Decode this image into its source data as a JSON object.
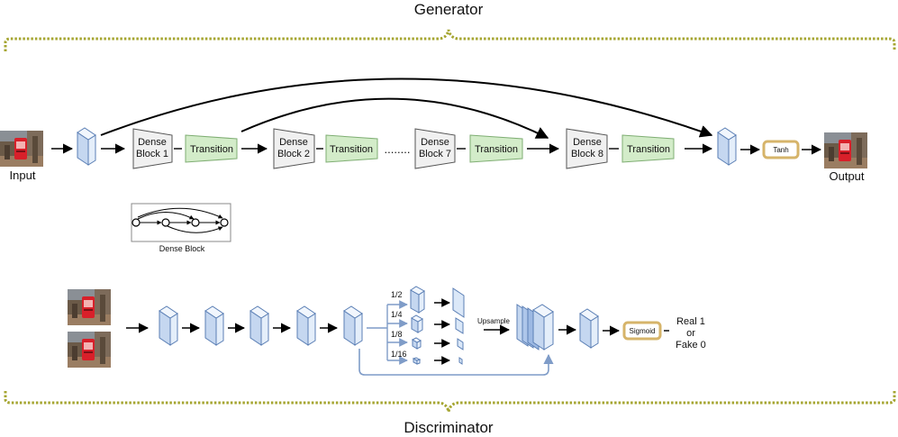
{
  "generator": {
    "title": "Generator",
    "input_label": "Input",
    "output_label": "Output",
    "blocks": [
      {
        "line1": "Dense",
        "line2": "Block 1"
      },
      {
        "line1": "Dense",
        "line2": "Block 2"
      },
      {
        "line1": "Dense",
        "line2": "Block 7"
      },
      {
        "line1": "Dense",
        "line2": "Block 8"
      }
    ],
    "transition_label": "Transition",
    "ellipsis": "........",
    "tanh_label": "Tanh",
    "dense_block_caption": "Dense Block"
  },
  "discriminator": {
    "title": "Discriminator",
    "scales": [
      "1/2",
      "1/4",
      "1/8",
      "1/16"
    ],
    "upsample_label": "Upsample",
    "sigmoid_label": "Sigmoid",
    "result_line1": "Real 1",
    "result_line2": "or",
    "result_line3": "Fake 0"
  },
  "colors": {
    "bracket": "#a5a531",
    "cube_face": "#dbe8f8",
    "cube_stroke": "#5b7fb5",
    "transition_fill": "#d3ecc9",
    "transition_stroke": "#7fae73",
    "dense_fill": "#f0f0f0",
    "activation_border": "#d6b46a",
    "skip_blue": "#7f9cc8"
  }
}
